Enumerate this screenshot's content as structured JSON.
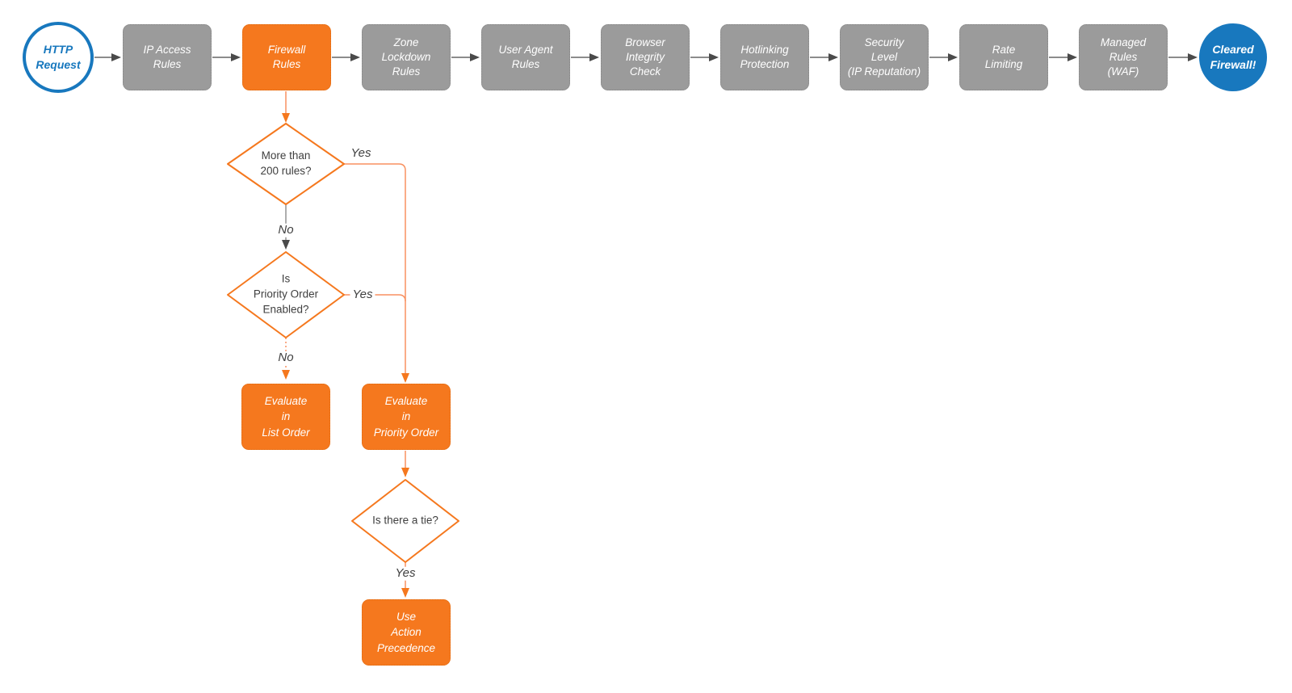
{
  "diagram": {
    "colors": {
      "accent_orange": "#F5781E",
      "connector_orange": "#F89160",
      "step_gray": "#9B9B9B",
      "brand_blue": "#1878BE",
      "connector_gray": "#666666",
      "arrowhead_gray": "#4A4A4A",
      "text_dark": "#3F3F3F",
      "background": "#FFFFFF"
    },
    "start": {
      "label": "HTTP\nRequest"
    },
    "end": {
      "label": "Cleared\nFirewall!"
    },
    "pipeline": [
      {
        "label": "IP Access\nRules"
      },
      {
        "label": "Firewall\nRules",
        "highlight": true
      },
      {
        "label": "Zone\nLockdown\nRules"
      },
      {
        "label": "User Agent\nRules"
      },
      {
        "label": "Browser\nIntegrity\nCheck"
      },
      {
        "label": "Hotlinking\nProtection"
      },
      {
        "label": "Security\nLevel\n(IP Reputation)"
      },
      {
        "label": "Rate\nLimiting"
      },
      {
        "label": "Managed\nRules\n(WAF)"
      }
    ],
    "decisions": [
      {
        "label": "More than\n200 rules?"
      },
      {
        "label": "Is\nPriority Order\nEnabled?"
      },
      {
        "label": "Is there a tie?"
      }
    ],
    "actions": [
      {
        "label": "Evaluate\nin\nList Order"
      },
      {
        "label": "Evaluate\nin\nPriority Order"
      },
      {
        "label": "Use\nAction\nPrecedence"
      }
    ],
    "edge_labels": {
      "d1_yes": "Yes",
      "d1_no": "No",
      "d2_yes": "Yes",
      "d2_no": "No",
      "d3_yes": "Yes"
    }
  }
}
